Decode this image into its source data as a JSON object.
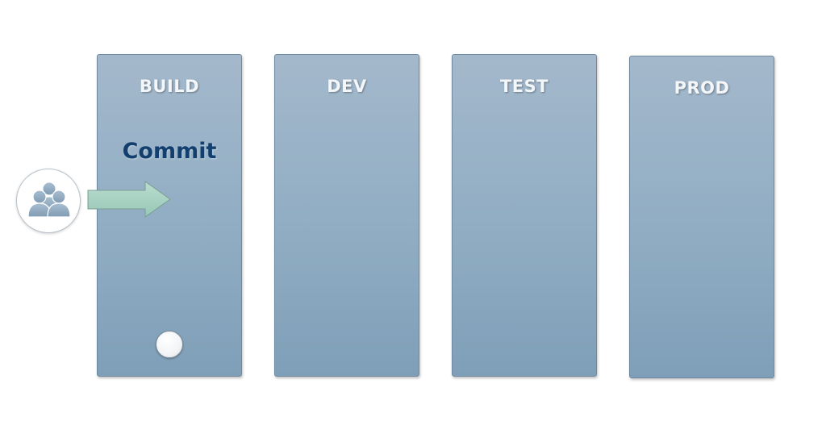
{
  "columns": [
    {
      "title": "BUILD"
    },
    {
      "title": "DEV"
    },
    {
      "title": "TEST"
    },
    {
      "title": "PROD"
    }
  ],
  "commit_label": "Commit",
  "icons": {
    "team": "team-icon",
    "arrow": "arrow-right-icon",
    "token": "pipeline-token"
  },
  "colors": {
    "column_top": "#a4b8cb",
    "column_bottom": "#7f9fb8",
    "column_title": "#f4f7fa",
    "commit_text": "#123f6e",
    "arrow_fill": "#a8d2c2",
    "team_icon": "#8ea8bf"
  }
}
